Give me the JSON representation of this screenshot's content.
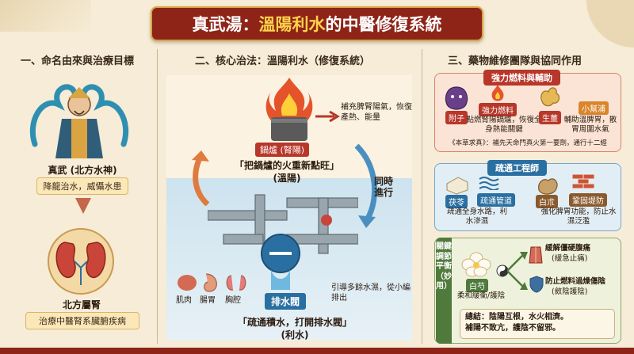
{
  "title": {
    "part1": "真武湯：",
    "part2": "溫陽利水",
    "part3": "的中醫修復系統"
  },
  "sections": {
    "left": "一、命名由來與治療目標",
    "middle": "二、核心治法：溫陽利水（修復系統）",
    "right": "三、藥物維修團隊與協同作用"
  },
  "left": {
    "deity_name": "真武 (北方水神)",
    "deity_desc": "降龍治水，威懾水患",
    "organ_name": "北方屬腎",
    "organ_desc": "治療中醫腎系臟腑疾病"
  },
  "middle": {
    "furnace_tag": "鍋爐 (腎陽)",
    "furnace_note": "補充脾腎陽氣，恢復產熱、能量",
    "fire_slogan": "「把鍋爐的火重新點旺」",
    "fire_method": "(溫陽)",
    "simultaneous": "同時進行",
    "valve_tag": "排水閥",
    "drain_note": "引導多餘水濕，從小編排出",
    "water_slogan": "「疏通積水，打開排水閥」",
    "water_method": "(利水)",
    "body_parts": [
      "肌肉",
      "腸胃",
      "胸腔"
    ]
  },
  "right": {
    "fire_panel": {
      "title": "強力燃料與輔助",
      "fuzi_name": "附子",
      "fuzi_role": "強力燃料",
      "fuzi_desc": "點燃腎陽鍋爐，恢復全身熱能關鍵",
      "ginger_name": "生薑",
      "ginger_role": "小幫浦",
      "ginger_desc": "輔助溫脾胃，散胃周圍水氣",
      "quote": "《本草求真》：補先天命門真火第一要劑，通行十二經"
    },
    "water_panel": {
      "title": "疏通工程師",
      "fuling_name": "茯苓",
      "fuling_role": "疏通管道",
      "fuling_desc": "疏通全身水路，利水滲濕",
      "baizhu_name": "白朮",
      "baizhu_role": "鞏固堤防",
      "baizhu_desc": "強化脾胃功能，防止水濕泛濫"
    },
    "balance_panel": {
      "side_label": "關鍵調節平衡（妙用）",
      "baishao_name": "白芍",
      "baishao_desc": "柔和緩衝/護陰",
      "effect1": "緩解僵硬腹痛",
      "effect1_sub": "(緩急止痛)",
      "effect2": "防止燃料過燥傷陰",
      "effect2_sub": "(斂陰護陰)",
      "summary_line1": "總結：陰陽互根，水火相濟。",
      "summary_line2": "補陽不致亢，護陰不留邪。"
    }
  },
  "colors": {
    "banner": "#8e2418",
    "accent_gold": "#ffd34a",
    "fire": "#b7372a",
    "water": "#2a6fa1",
    "balance": "#4f7a3b"
  }
}
